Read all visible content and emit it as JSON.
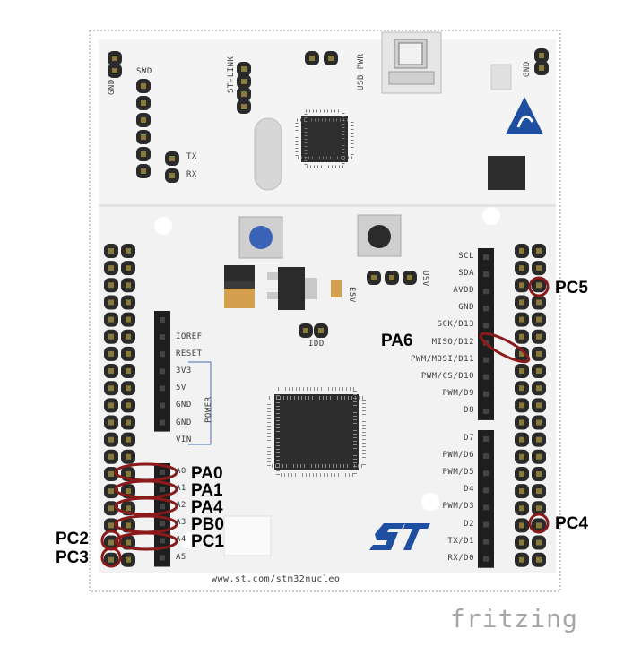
{
  "board": {
    "url_text": "www.st.com/stm32nucleo",
    "watermark": "fritzing",
    "swd_label": "SWD",
    "gnd_label": "GND",
    "stlink_label": "ST-LINK",
    "usbpwr_label": "USB PWR",
    "gnd_right_label": "GND",
    "tx_label": "TX",
    "rx_label": "RX",
    "e5v_label": "E5V",
    "usv_label": "USV",
    "idd_label": "IDD",
    "power_label": "POWER"
  },
  "power_header": [
    "IOREF",
    "RESET",
    "3V3",
    "5V",
    "GND",
    "GND",
    "VIN"
  ],
  "analog_header": [
    "A0",
    "A1",
    "A2",
    "A3",
    "A4",
    "A5"
  ],
  "digital_high": [
    "SCL",
    "SDA",
    "AVDD",
    "GND",
    "SCK/D13",
    "MISO/D12",
    "PWM/MOSI/D11",
    "PWM/CS/D10",
    "PWM/D9",
    "D8"
  ],
  "digital_low": [
    "D7",
    "PWM/D6",
    "PWM/D5",
    "D4",
    "PWM/D3",
    "D2",
    "TX/D1",
    "RX/D0"
  ],
  "pin_labels": {
    "pa0": "PA0",
    "pa1": "PA1",
    "pa4": "PA4",
    "pb0": "PB0",
    "pc1": "PC1",
    "pc2": "PC2",
    "pc3": "PC3",
    "pa6": "PA6",
    "pc5": "PC5",
    "pc4": "PC4"
  },
  "colors": {
    "board": "#f2f2f2",
    "pin_header": "#2a2a2a",
    "pin_gold": "#8a7a3a",
    "highlight": "#8b1a1a",
    "st_logo": "#1e4fa0",
    "reset_button": "#3a63b8"
  }
}
